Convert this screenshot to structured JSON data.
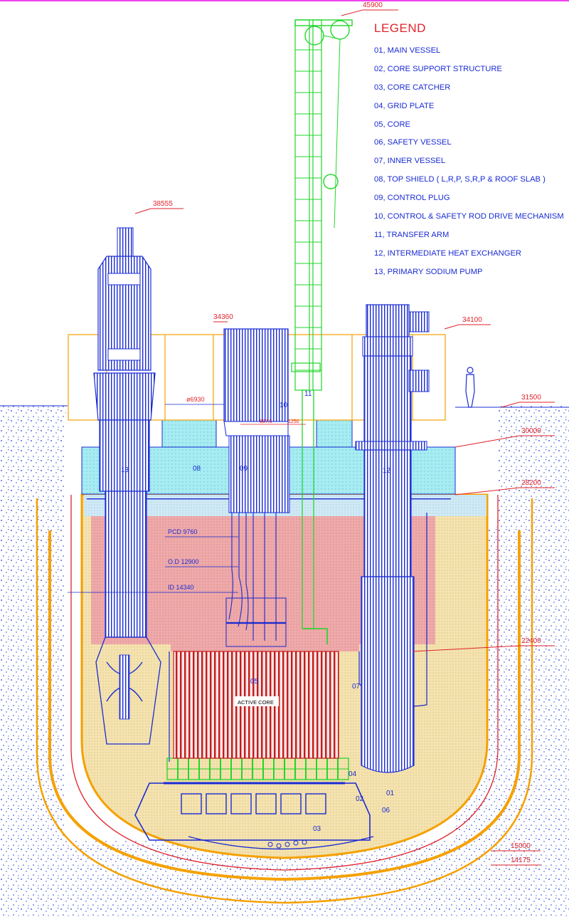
{
  "legend": {
    "title": "LEGEND",
    "items": [
      "01, MAIN  VESSEL",
      "02, CORE  SUPPORT STRUCTURE",
      "03, CORE  CATCHER",
      "04, GRID  PLATE",
      "05, CORE",
      "06, SAFETY  VESSEL",
      "07, INNER  VESSEL",
      "08, TOP  SHIELD ( L,R,P,  S,R,P & ROOF SLAB )",
      "09, CONTROL  PLUG",
      "10, CONTROL  &  SAFETY  ROD DRIVE  MECHANISM",
      "11, TRANSFER  ARM",
      "12, INTERMEDIATE  HEAT  EXCHANGER",
      "13, PRIMARY  SODIUM  PUMP"
    ]
  },
  "elevations": {
    "e45900": "45900",
    "e38555": "38555",
    "e34360": "34360",
    "e34100": "34100",
    "e31500": "31500",
    "e30000": "30000",
    "e28200": "28200",
    "e22400": "22400",
    "e15000": "15000",
    "e14175": "14175"
  },
  "dimensions": {
    "pcd": "PCD  9760",
    "od": "O.D  12900",
    "id": "ID  14340",
    "phi6930": "ø6930",
    "d8875": "887.5",
    "d1250": "1250"
  },
  "callouts": {
    "c01": "01",
    "c02": "02",
    "c03": "03",
    "c04": "04",
    "c05": "05",
    "c06": "06",
    "c07": "07",
    "c08": "08",
    "c09": "09",
    "c10": "10",
    "c11": "11",
    "c12": "12",
    "c13": "13",
    "active_core": "ACTIVE CORE"
  },
  "colors": {
    "concrete_dots": "#1f3bd8",
    "sodium_fill": "#f2dfa8",
    "hot_pool": "#eba3a3",
    "shield": "#9fe8f0",
    "structure": "#1a2bd4",
    "transfer_arm": "#22d62a",
    "core_rods": "#c61a1a",
    "vessel_orange": "#f5a100",
    "dim_red": "#e0222a"
  }
}
